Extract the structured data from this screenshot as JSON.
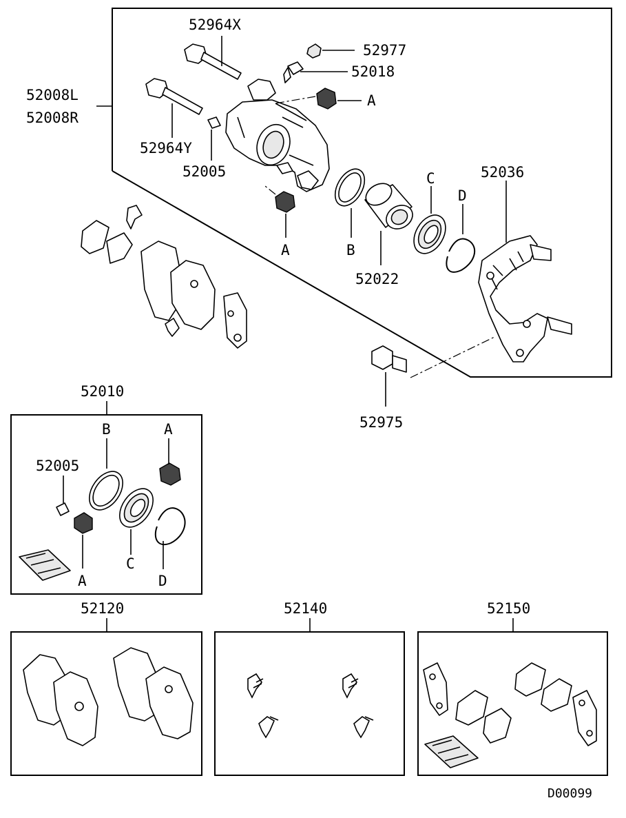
{
  "labels": {
    "p52964x": "52964X",
    "p52977": "52977",
    "p52018": "52018",
    "pA1": "A",
    "p52008l": "52008L",
    "p52008r": "52008R",
    "p52964y": "52964Y",
    "p52005": "52005",
    "p52036": "52036",
    "pC1": "C",
    "pD1": "D",
    "pA2": "A",
    "pB1": "B",
    "p52022": "52022",
    "p52975": "52975",
    "kit52010": "52010",
    "kB": "B",
    "kA1": "A",
    "k52005": "52005",
    "kC": "C",
    "kA2": "A",
    "kD": "D",
    "kit52120": "52120",
    "kit52140": "52140",
    "kit52150": "52150",
    "code": "D00099"
  }
}
